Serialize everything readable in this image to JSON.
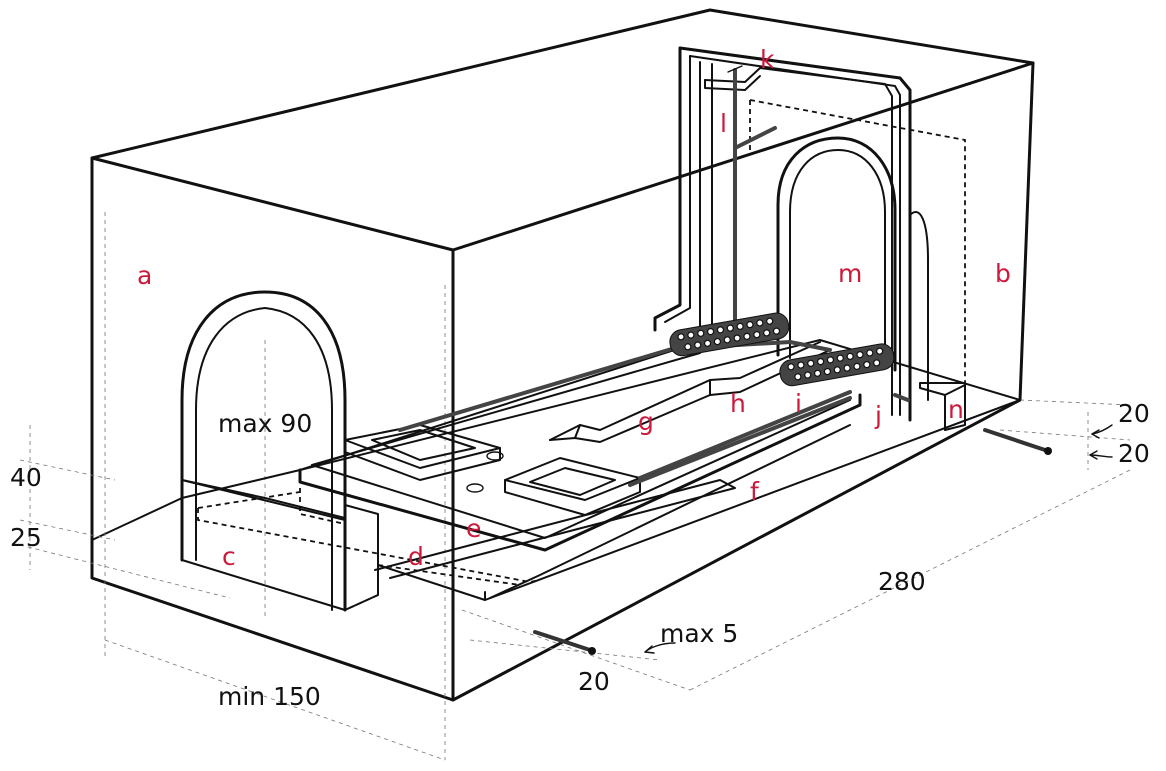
{
  "labels": {
    "a": "a",
    "b": "b",
    "c": "c",
    "d": "d",
    "e": "e",
    "f": "f",
    "g": "g",
    "h": "h",
    "i": "i",
    "j": "j",
    "k": "k",
    "l": "l",
    "m": "m",
    "n": "n"
  },
  "dimensions": {
    "entrance_height": "max 90",
    "step_40": "40",
    "step_25": "25",
    "width": "min 150",
    "length": "280",
    "gap": "max 5",
    "front_rod": "20",
    "rear_rod_upper": "20",
    "rear_rod_lower": "20"
  }
}
